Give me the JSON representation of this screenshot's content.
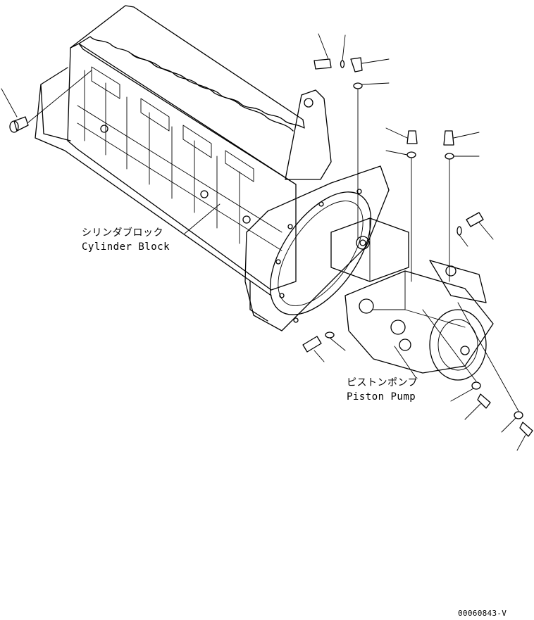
{
  "labels": {
    "cylinder_block_jp": "シリンダブロック",
    "cylinder_block_en": "Cylinder Block",
    "piston_pump_jp": "ピストンポンプ",
    "piston_pump_en": "Piston Pump"
  },
  "drawing_number": "00060843-V",
  "colors": {
    "line": "#000000",
    "background": "#ffffff"
  }
}
